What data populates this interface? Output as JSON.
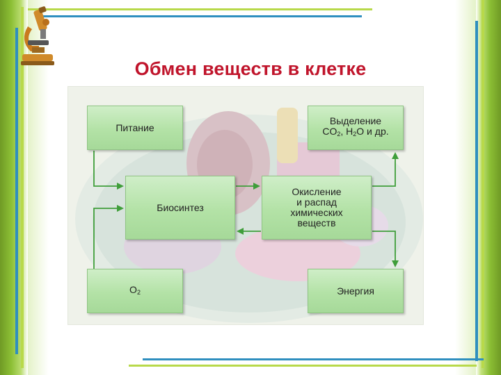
{
  "slide": {
    "title": "Обмен веществ в клетке"
  },
  "diagram": {
    "nutrition": "Питание",
    "biosynthesis": "Биосинтез",
    "oxidation": "Окисление\nи распад\nхимических\nвеществ",
    "excretion_line1": "Выделение",
    "excretion_co": "CO",
    "excretion_sub1": "2",
    "excretion_h": ", H",
    "excretion_sub2": "2",
    "excretion_rest": "O и др.",
    "oxygen_o": "O",
    "oxygen_sub": "2",
    "energy": "Энергия"
  },
  "colors": {
    "title": "#c0142b",
    "arrow": "#3f9e3a",
    "band": "#8cbf35"
  },
  "icons": {
    "corner": "microscope-icon"
  }
}
